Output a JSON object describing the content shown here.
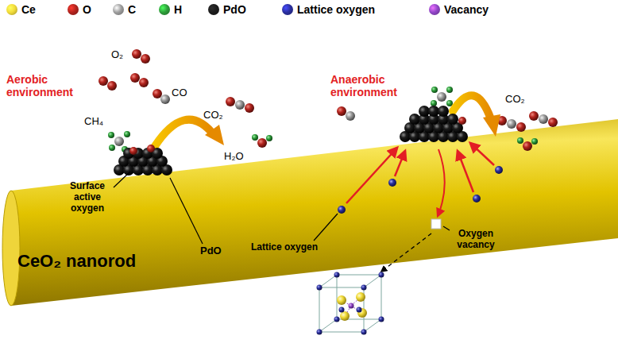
{
  "diagram": {
    "nodes": [
      {
        "text": [
          "CeO₂ nanorod"
        ]
      }
    ],
    "labels": [
      "Aerobic environment",
      "O₂",
      "CO",
      "CH₄",
      "CO₂",
      "H₂O",
      "Surface active oxygen",
      "PdO",
      "Anaerobic environment",
      "Lattice oxygen",
      "CO₂",
      "Oxygen vacancy"
    ],
    "legend": [
      {
        "text": "Ce",
        "color": "#f2dc3a"
      },
      {
        "text": "O",
        "color": "#b3241e"
      },
      {
        "text": "C",
        "color": "#9e9e9e"
      },
      {
        "text": "H",
        "color": "#2e9e3a"
      },
      {
        "text": "PdO",
        "color": "#1c1c1c"
      },
      {
        "text": "Lattice oxygen",
        "color": "#2b2f9e"
      },
      {
        "text": "Vacancy",
        "color": "#9146c8"
      }
    ]
  }
}
